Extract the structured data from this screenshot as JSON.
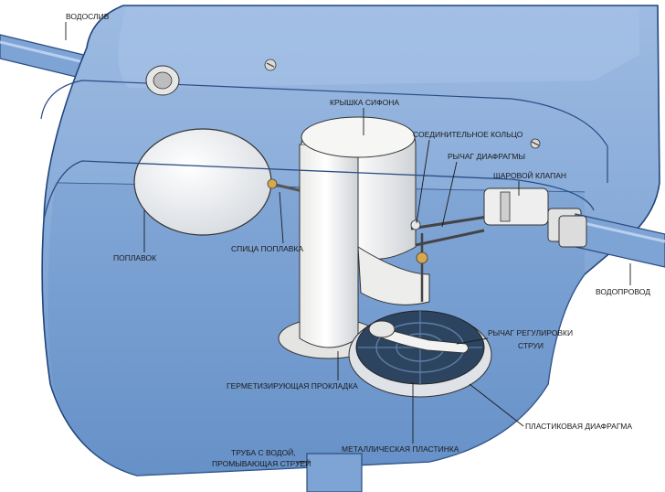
{
  "diagram": {
    "labels": {
      "overflow": "ВОДОСЛИВ",
      "siphon_cap": "КРЫШКА СИФОНА",
      "connecting_ring": "СОЕДИНИТЕЛЬНОЕ КОЛЬЦО",
      "diaphragm_lever": "РЫЧАГ ДИАФРАГМЫ",
      "ball_valve": "ШАРОВОЙ КЛАПАН",
      "float": "ПОПЛАВОК",
      "float_arm": "СПИЦА ПОПЛАВКА",
      "water_supply": "ВОДОПРОВОД",
      "jet_lever_line1": "РЫЧАГ РЕГУЛИРОВКИ",
      "jet_lever_line2": "СТРУИ",
      "seal_gasket": "ГЕРМЕТИЗИРУЮЩАЯ ПРОКЛАДКА",
      "plastic_diaphragm": "ПЛАСТИКОВАЯ ДИАФРАГМА",
      "metal_plate": "МЕТАЛЛИЧЕСКАЯ ПЛАСТИНКА",
      "flush_pipe_line1": "ТРУБА С ВОДОЙ,",
      "flush_pipe_line2": "ПРОМЫВАЮЩАЯ СТРУЕЙ"
    },
    "colors": {
      "tank_blue": "#7fa6d3",
      "tank_light": "#a9c4e6",
      "water": "#6d97cc",
      "outline": "#1f3f73",
      "part_white": "#f4f4f2",
      "diaphragm": "#2a3f5a"
    }
  }
}
